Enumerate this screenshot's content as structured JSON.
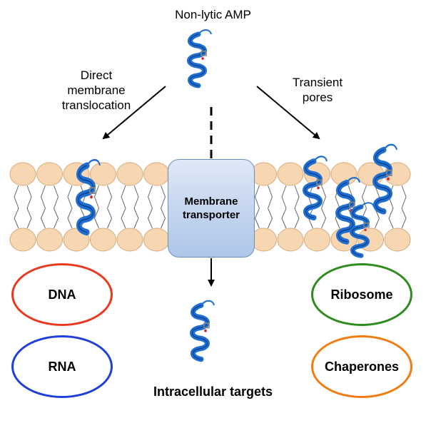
{
  "top_label": "Non-lytic AMP",
  "left_mechanism": [
    "Direct",
    "membrane",
    "translocation"
  ],
  "right_mechanism": [
    "Transient",
    "pores"
  ],
  "transporter_label": [
    "Membrane",
    "transporter"
  ],
  "bottom_label": "Intracellular targets",
  "targets_left": [
    {
      "label": "DNA",
      "color": "#e8391f"
    },
    {
      "label": "RNA",
      "color": "#1f3fd8"
    }
  ],
  "targets_right": [
    {
      "label": "Ribosome",
      "color": "#2e8b1e"
    },
    {
      "label": "Chaperones",
      "color": "#f07d12"
    }
  ],
  "colors": {
    "lipid_head": "#f7d6b2",
    "lipid_edge": "#d9a878",
    "helix": "#1f6fd1"
  },
  "icons": [
    "peptide-helix-icon"
  ]
}
